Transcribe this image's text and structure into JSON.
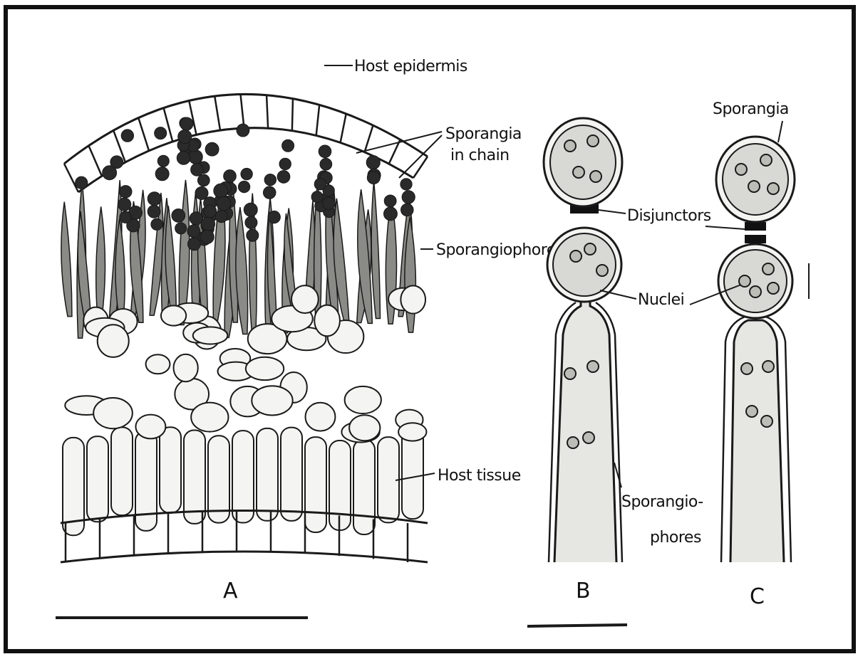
{
  "labels": {
    "host_epidermis": "Host epidermis",
    "sporangia_in_chain_1": "Sporangia",
    "sporangia_in_chain_2": "in chain",
    "sporangiophore": "Sporangiophore",
    "host_tissue": "Host tissue",
    "sporangia_c": "Sporangia",
    "disjunctors": "Disjunctors",
    "nuclei": "Nuclei",
    "sporangiophores_1": "Sporangio-",
    "sporangiophores_2": "phores"
  },
  "panels": {
    "a": "A",
    "b": "B",
    "c": "C"
  },
  "colors": {
    "ink": "#1a1a1a",
    "cell_fill": "#f4f4f2",
    "cytoplasm": "#d8d8d4",
    "background": "#ffffff"
  }
}
